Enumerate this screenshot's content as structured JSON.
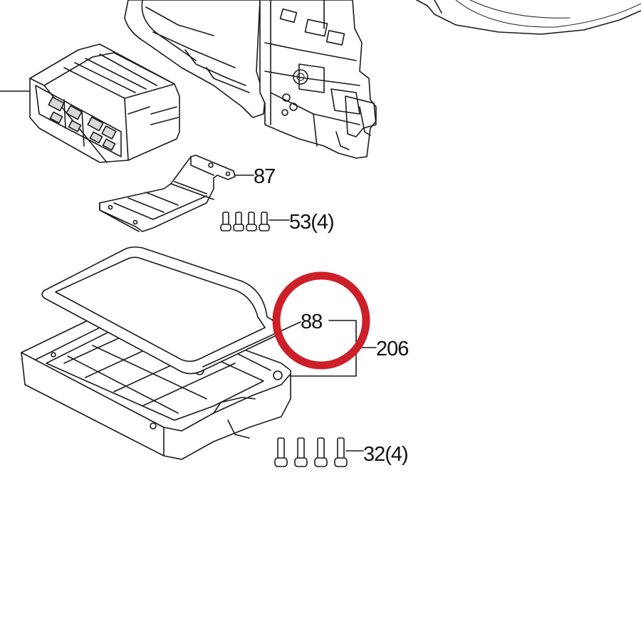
{
  "callouts": {
    "p87": "87",
    "p53": "53(4)",
    "p88": "88",
    "p206": "206",
    "p32": "32(4)"
  },
  "colors": {
    "line": "#1a1a1a",
    "highlight_ring": "#cc1f28",
    "background": "#ffffff"
  }
}
